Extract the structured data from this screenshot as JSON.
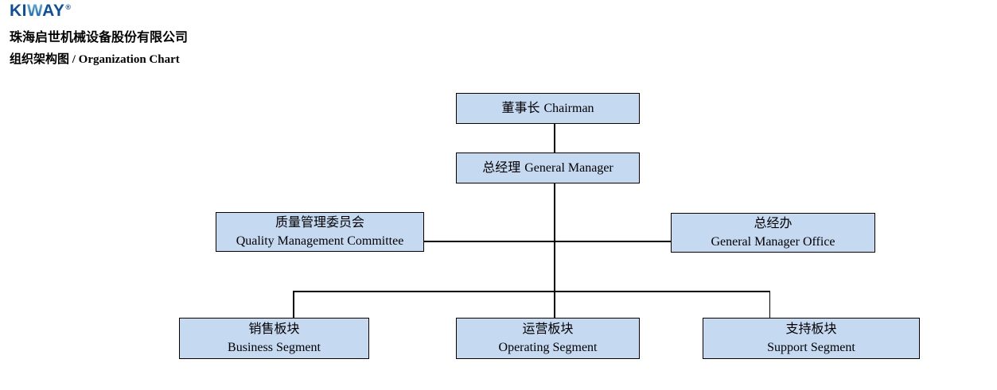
{
  "colors": {
    "logo_dark_blue": "#0d4f9e",
    "logo_light_blue": "#6ab4e4",
    "box_fill": "#c5d9f1",
    "box_border": "#000000",
    "connector": "#000000",
    "text": "#000000",
    "background": "#ffffff"
  },
  "header": {
    "logo": {
      "part1": "KI",
      "part2": "W",
      "part3": "AY",
      "registered_mark": "®"
    },
    "company_name": "珠海启世机械设备股份有限公司",
    "page_title": "组织架构图 / Organization Chart"
  },
  "org_chart": {
    "type": "org-tree",
    "nodes": [
      {
        "id": "chairman",
        "zh": "董事长",
        "en": "Chairman",
        "level": 1
      },
      {
        "id": "general-manager",
        "zh": "总经理",
        "en": "General Manager",
        "level": 2
      },
      {
        "id": "quality-management-committee",
        "zh": "质量管理委员会",
        "en": "Quality Management Committee",
        "level": 3
      },
      {
        "id": "general-manager-office",
        "zh": "总经办",
        "en": "General Manager Office",
        "level": 3
      },
      {
        "id": "business-segment",
        "zh": "销售板块",
        "en": "Business Segment",
        "level": 4
      },
      {
        "id": "operating-segment",
        "zh": "运营板块",
        "en": "Operating Segment",
        "level": 4
      },
      {
        "id": "support-segment",
        "zh": "支持板块",
        "en": "Support Segment",
        "level": 4
      }
    ],
    "edges": [
      {
        "from": "chairman",
        "to": "general-manager"
      },
      {
        "from": "general-manager",
        "to": "quality-management-committee"
      },
      {
        "from": "general-manager",
        "to": "general-manager-office"
      },
      {
        "from": "general-manager",
        "to": "business-segment"
      },
      {
        "from": "general-manager",
        "to": "operating-segment"
      },
      {
        "from": "general-manager",
        "to": "support-segment"
      }
    ]
  }
}
